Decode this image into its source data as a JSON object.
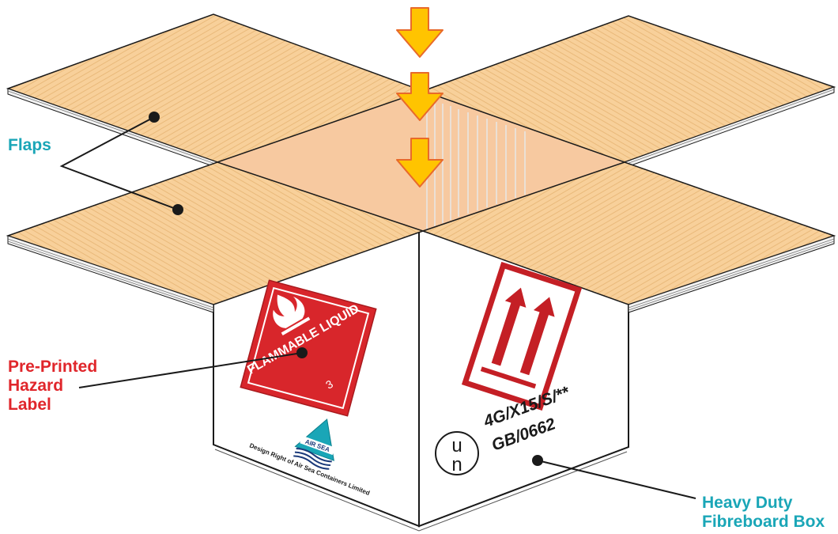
{
  "labels": {
    "flaps": "Flaps",
    "hazard_label": [
      "Pre-Printed",
      "Hazard",
      "Label"
    ],
    "box": [
      "Heavy Duty",
      "Fibreboard Box"
    ]
  },
  "hazard_diamond": {
    "text": "FLAMMABLE LIQUID",
    "class_number": "3"
  },
  "un_marking": {
    "symbol_top": "u",
    "symbol_bottom": "n",
    "line1": "4G/X15/S/**",
    "line2": "GB/0662"
  },
  "logo": {
    "text": "AIR SEA",
    "caption": "Design Right of Air Sea Containers Limited"
  },
  "colors": {
    "flap_fill": "#f8d09a",
    "flap_line": "#e8b877",
    "interior": "#f7c9a0",
    "arrow": "#ffc400",
    "arrow_stroke": "#e86a2a",
    "hazard_red": "#d8262b",
    "teal_label": "#1aa6b7",
    "red_label": "#e0262b"
  }
}
